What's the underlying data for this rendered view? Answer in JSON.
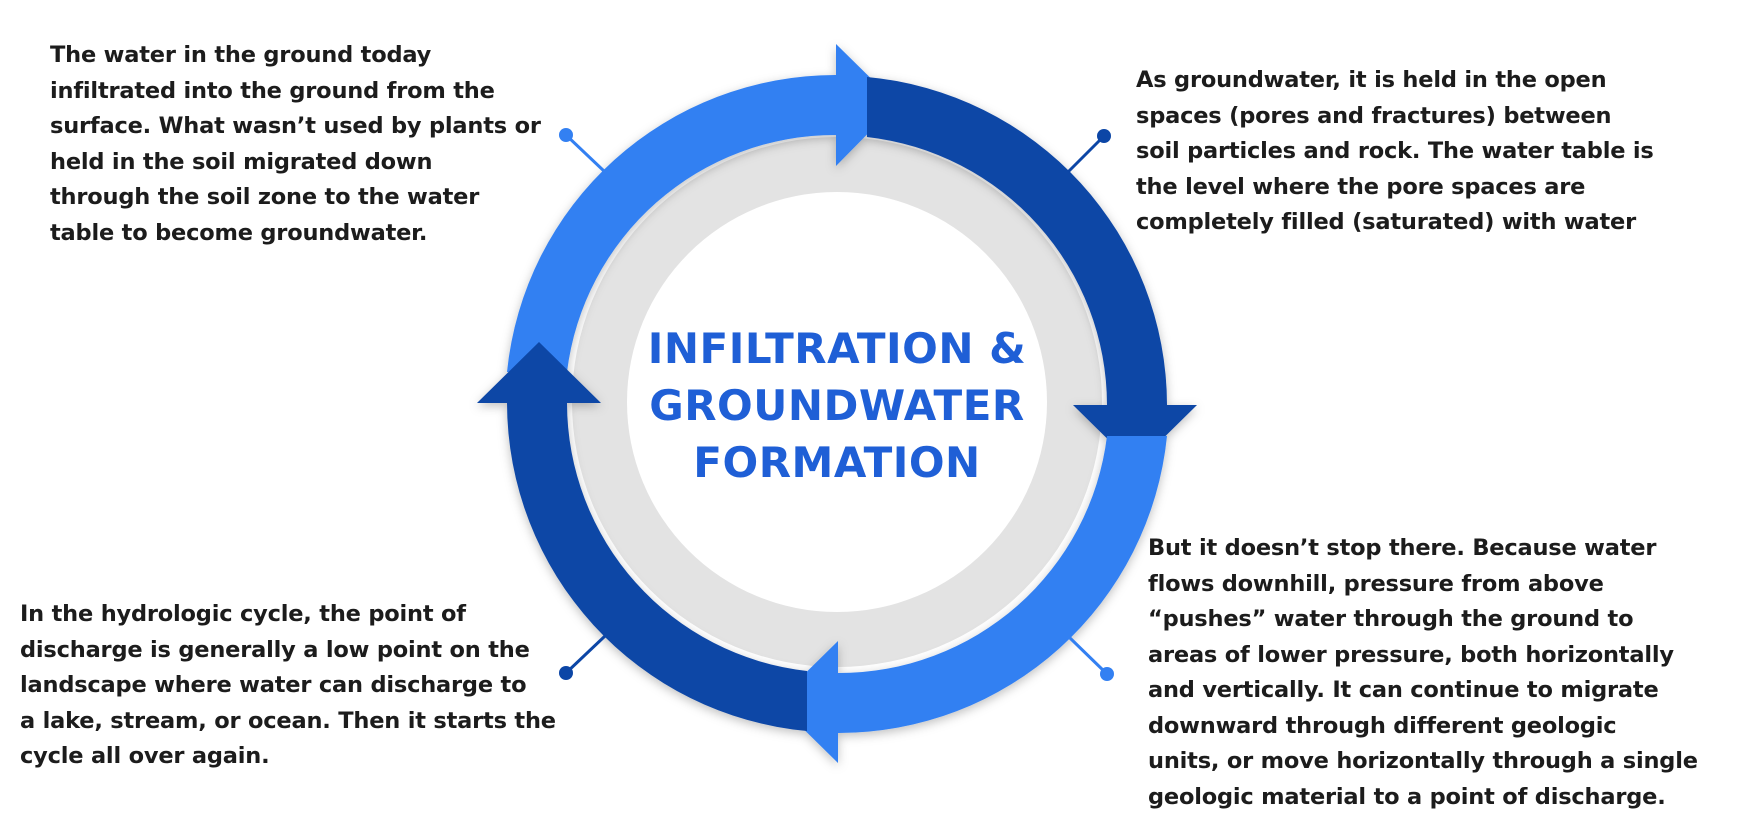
{
  "title": {
    "lines": [
      "INFILTRATION &",
      "GROUNDWATER",
      "FORMATION"
    ]
  },
  "colors": {
    "title": "#1f5fd6",
    "arrow_light": "#3380f2",
    "arrow_dark": "#0c46a6",
    "ring_inner": "#e3e3e3",
    "text": "#1c1c1c"
  },
  "blocks": {
    "top_left": {
      "lines": [
        "The water in the ground today",
        "infiltrated into the ground from the",
        "surface. What wasn’t used by plants or",
        "held in the soil migrated down",
        "through the soil zone to the water",
        "table to become groundwater."
      ]
    },
    "top_right": {
      "lines": [
        "As groundwater, it is held in the open",
        "spaces (pores and fractures) between",
        "soil particles and rock. The water table is",
        "the level where the pore spaces are",
        "completely filled (saturated) with water"
      ]
    },
    "bottom_left": {
      "lines": [
        "In the hydrologic cycle, the point of",
        "discharge is generally a low point on the",
        "landscape where water can discharge to",
        "a lake, stream, or ocean. Then it starts the",
        "cycle all over again."
      ]
    },
    "bottom_right": {
      "lines": [
        "But it doesn’t stop there. Because water",
        "flows downhill, pressure from above",
        "“pushes” water through the ground to",
        "areas of lower pressure, both horizontally",
        "and vertically. It can continue to migrate",
        "downward through different geologic",
        "units, or move horizontally through a single",
        "geologic material to a point of discharge."
      ]
    }
  }
}
